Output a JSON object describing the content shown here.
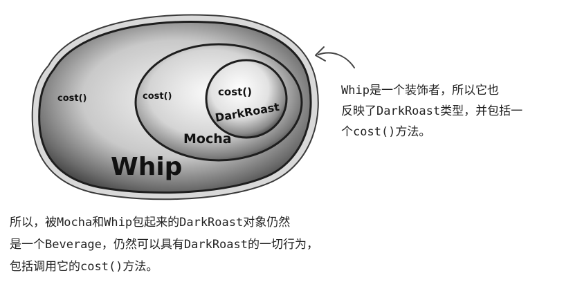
{
  "diagram": {
    "outer_layer": {
      "name": "Whip",
      "method": "cost()"
    },
    "middle_layer": {
      "name": "Mocha",
      "method": "cost()"
    },
    "inner_layer": {
      "name": "DarkRoast",
      "method": "cost()"
    }
  },
  "side_note": {
    "lines": [
      "Whip是一个装饰者，所以它也",
      "反映了DarkRoast类型，并包括一",
      "个cost()方法。"
    ]
  },
  "bottom_note": {
    "lines": [
      "所以，被Mocha和Whip包起来的DarkRoast对象仍然",
      "是一个Beverage，仍然可以具有DarkRoast的一切行为，",
      "包括调用它的cost()方法。"
    ]
  }
}
